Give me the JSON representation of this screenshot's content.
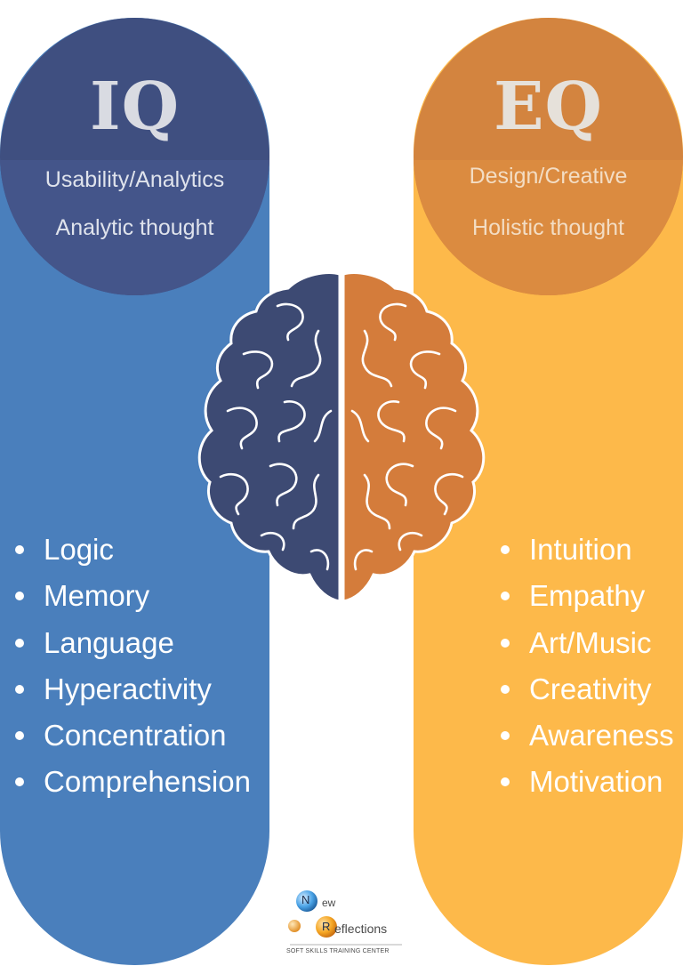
{
  "iq": {
    "title": "IQ",
    "subtitle_1": "Usability/Analytics",
    "subtitle_2": "Analytic thought",
    "items": [
      "Logic",
      "Memory",
      "Language",
      "Hyperactivity",
      "Concentration",
      "Comprehension"
    ]
  },
  "eq": {
    "title": "EQ",
    "subtitle_1": "Design/Creative",
    "subtitle_2": "Holistic thought",
    "items": [
      "Intuition",
      "Empathy",
      "Art/Music",
      "Creativity",
      "Awareness",
      "Motivation"
    ]
  },
  "logo": {
    "letter_n": "N",
    "text_ew": "ew",
    "letter_r": "R",
    "text_eflections": "eflections",
    "tagline": "SOFT SKILLS TRAINING CENTER"
  },
  "colors": {
    "iq_pill": "#4a7fbc",
    "iq_circle": "#3f4f80",
    "eq_pill": "#fdb94a",
    "eq_circle": "#d3843f",
    "brain_left": "#3d4a73",
    "brain_right": "#d47c3b"
  },
  "icons": [
    "brain-icon",
    "new-reflections-logo"
  ]
}
